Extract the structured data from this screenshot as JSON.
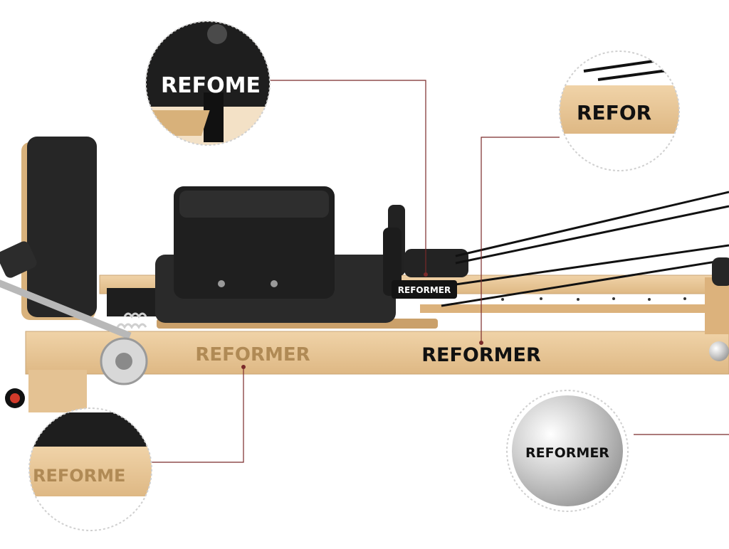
{
  "brand": {
    "logo_text": "REFORMER",
    "cropped_top_left": "REFOME",
    "cropped_top_right": "REFOR",
    "cropped_bottom_left": "REFORME"
  },
  "colors": {
    "wood": "#e8c79a",
    "wood_dark": "#c79e68",
    "upholstery": "#262626",
    "engraved_text": "#b08a55",
    "black_text": "#111111",
    "callout_line": "#7a2a2a",
    "steel": "#c9c9c9"
  },
  "icons": [
    "wheel-icon",
    "pulley-icon",
    "callout-dot-icon"
  ]
}
